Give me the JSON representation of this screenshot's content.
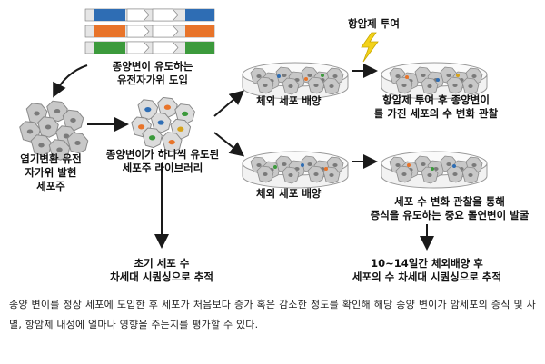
{
  "labels": {
    "crispr_intro": [
      "종양변이 유도하는",
      "유전자가위 도입"
    ],
    "host_cells": [
      "염기변환 유전",
      "자가위 발현",
      "세포주"
    ],
    "library": [
      "종양변이가 하나씩 유도된",
      "세포주 라이브러리"
    ],
    "drug_treatment": "항암제 투여",
    "in_vitro_top": "체외 세포 배양",
    "in_vitro_bottom": "체외 세포 배양",
    "observe_drug": [
      "항암제 투여 후 종양변이",
      "를 가진 세포의 수 변화 관찰"
    ],
    "discover": [
      "세포 수 변화 관찰을 통해",
      "증식을 유도하는 중요 돌연변이 발굴"
    ],
    "initial_track": [
      "초기 세포 수",
      "차세대 시퀀싱으로 추적"
    ],
    "later_track": [
      "10~14일간 체외배양 후",
      "세포의 수 차세대 시퀀싱으로 추적"
    ]
  },
  "caption": "종양 변이를 정상 세포에 도입한 후 세포가 처음보다 증가 혹은 감소한 정도를 확인해 해당 종양 변이가 암세포의 증식 및 사멸, 항암제 내성에 얼마나 영향을 주는지를 평가할 수 있다.",
  "colors": {
    "blue": "#2e6db4",
    "orange": "#e8742a",
    "green": "#3c9a3c",
    "arrow": "#1a1a1a",
    "cell_gray": "#bdbdbd",
    "bolt": "#f3d21a"
  }
}
